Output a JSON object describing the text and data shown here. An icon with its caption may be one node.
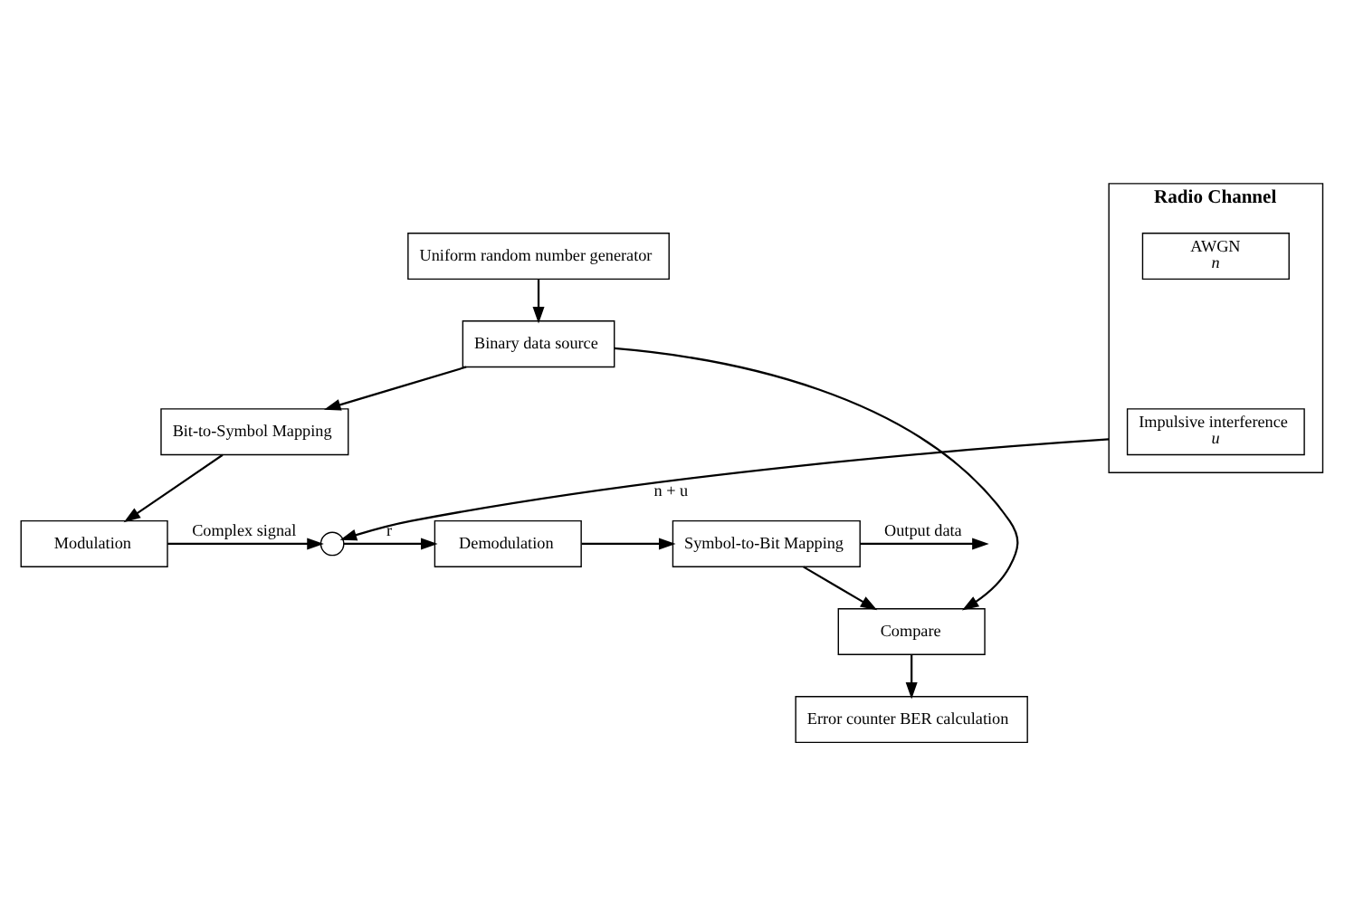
{
  "diagram": {
    "nodes": [
      {
        "text": [
          "Uniform random number generator"
        ]
      },
      {
        "text": [
          "Binary data source"
        ]
      },
      {
        "text": [
          "Bit-to-Symbol Mapping"
        ]
      },
      {
        "text": [
          "Modulation"
        ]
      },
      {
        "text": [
          "Radio Channel"
        ]
      },
      {
        "text": [
          "AWGN",
          "n"
        ],
        "in": 4
      },
      {
        "text": [
          "Impulsive interference",
          "u"
        ],
        "in": 4
      },
      {
        "text": [],
        "shape": "circle"
      },
      {
        "text": [
          "Demodulation"
        ]
      },
      {
        "text": [
          "Symbol-to-Bit Mapping"
        ]
      },
      {
        "text": [
          "Compare"
        ]
      },
      {
        "text": [
          "Error counter BER calculation"
        ]
      }
    ],
    "edges": [
      {
        "from": 0,
        "to": 1,
        "arrow": "to"
      },
      {
        "from": 1,
        "to": 2,
        "arrow": "to"
      },
      {
        "from": 1,
        "to": 10,
        "arrow": "to"
      },
      {
        "from": 2,
        "to": 3,
        "arrow": "to"
      },
      {
        "from": 3,
        "to": 7,
        "arrow": "to",
        "label": "Complex signal"
      },
      {
        "from": 4,
        "to": 7,
        "arrow": "to",
        "label": "n + u"
      },
      {
        "from": 7,
        "to": 8,
        "arrow": "to",
        "label": "r"
      },
      {
        "from": 8,
        "to": 9,
        "arrow": "to"
      },
      {
        "from": 9,
        "to": null,
        "arrow": "to",
        "label": "Output data"
      },
      {
        "from": 9,
        "to": 10,
        "arrow": "to"
      },
      {
        "from": 10,
        "to": 11,
        "arrow": "to"
      }
    ]
  }
}
